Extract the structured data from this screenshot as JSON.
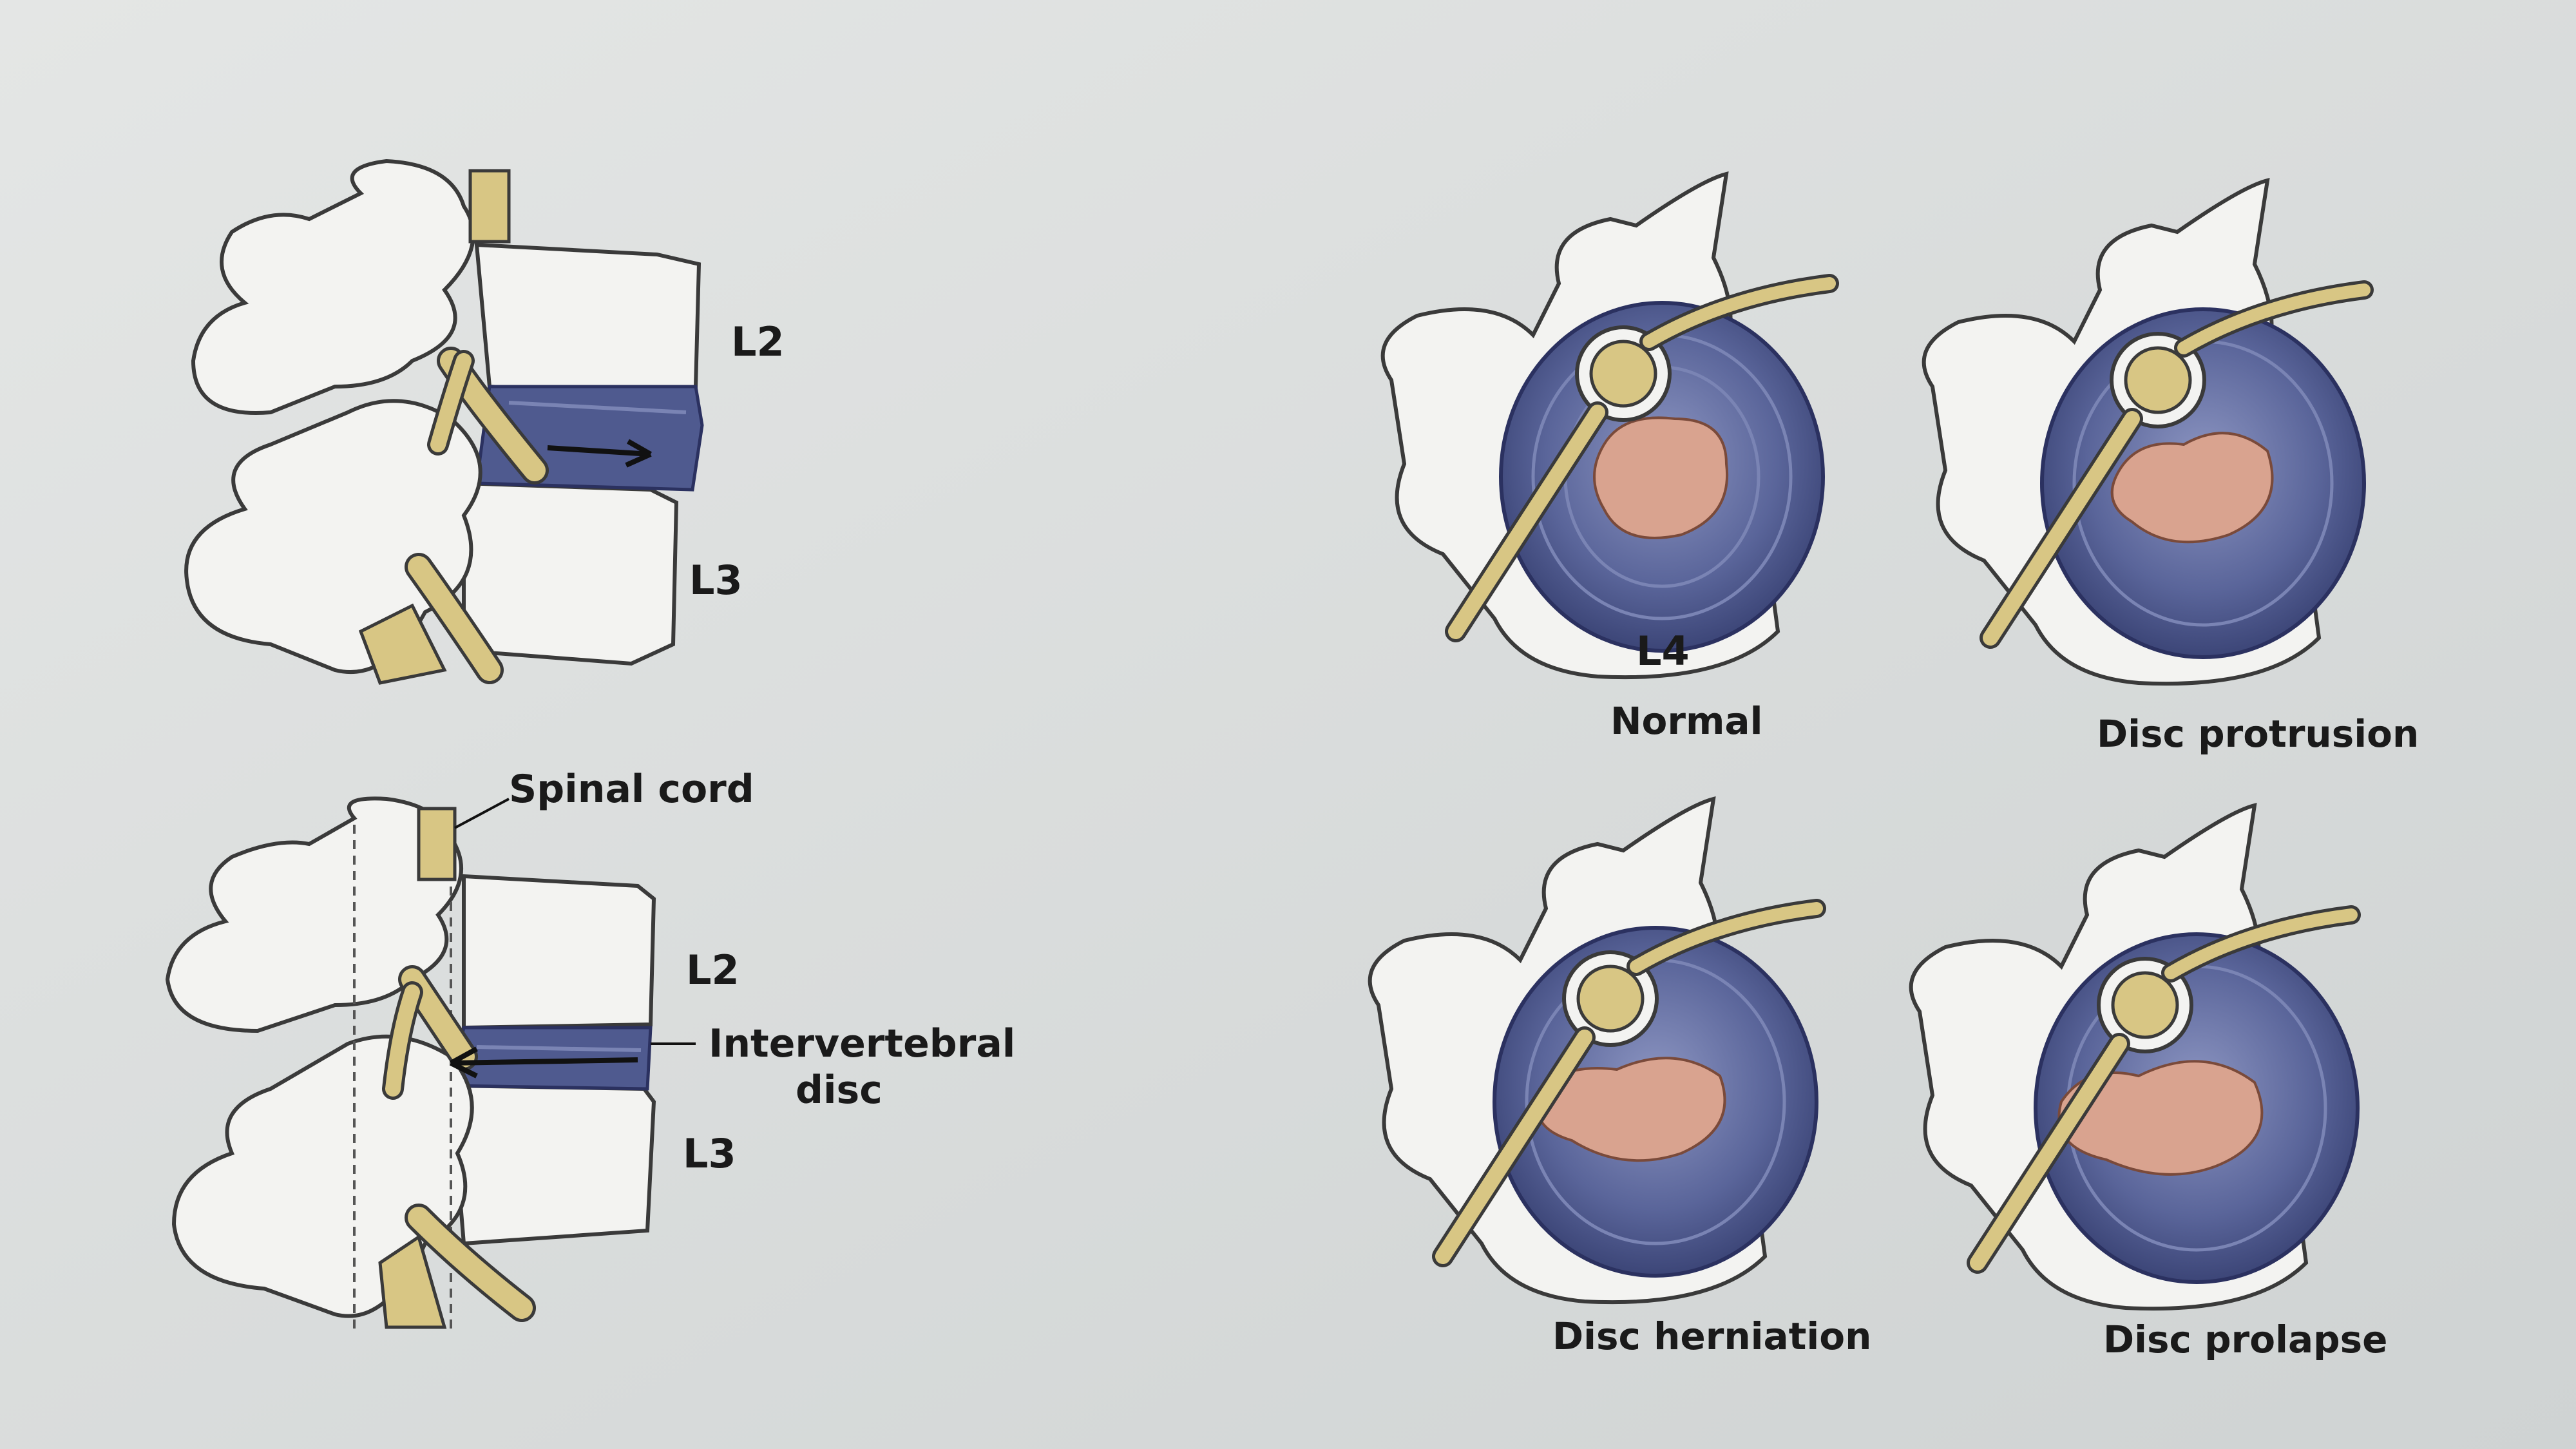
{
  "labels": {
    "top_l2": "L2",
    "top_l3": "L3",
    "spinal_cord": "Spinal cord",
    "bottom_l2": "L2",
    "bottom_l3": "L3",
    "intervertebral_line1": "Intervertebral",
    "intervertebral_line2": "disc",
    "l4": "L4",
    "normal": "Normal",
    "disc_protrusion": "Disc protrusion",
    "disc_herniation": "Disc herniation",
    "disc_prolapse": "Disc prolapse"
  },
  "colors": {
    "paper": "#dde0df",
    "bone": "#f3f3f1",
    "bone_outline": "#3a3a3a",
    "disc_blue": "#4f5a8f",
    "disc_light": "#7a84b4",
    "nucleus_pink": "#d9a38f",
    "nerve_yellow": "#d8c684"
  }
}
